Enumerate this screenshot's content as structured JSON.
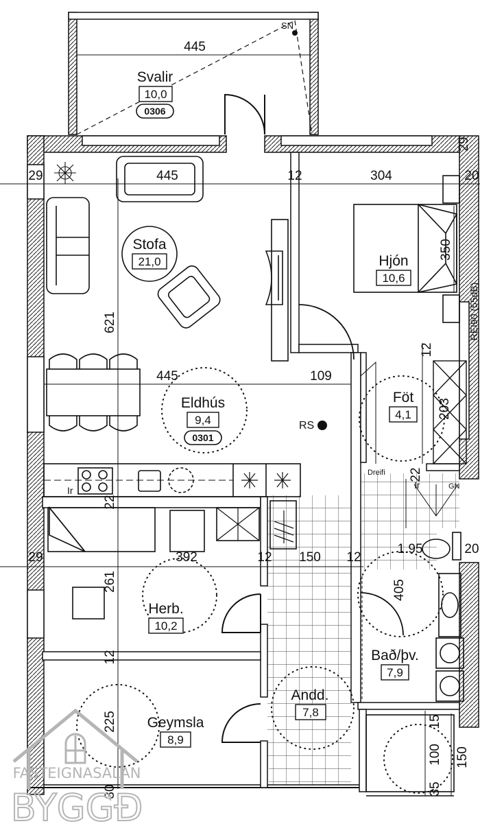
{
  "rooms": {
    "svalir": {
      "name": "Svalir",
      "area": "10,0",
      "code": "0306"
    },
    "stofa": {
      "name": "Stofa",
      "area": "21,0"
    },
    "hjon": {
      "name": "Hjón",
      "area": "10,6"
    },
    "eldhus": {
      "name": "Eldhús",
      "area": "9,4",
      "code": "0301"
    },
    "fot": {
      "name": "Föt",
      "area": "4,1"
    },
    "herb": {
      "name": "Herb.",
      "area": "10,2"
    },
    "bad": {
      "name": "Bað/þv.",
      "area": "7,9"
    },
    "andd": {
      "name": "Andd.",
      "area": "7,8"
    },
    "geymsla": {
      "name": "Geymsla",
      "area": "8,9"
    }
  },
  "dimensions": {
    "svalir_width": "445",
    "stofa_width": "445",
    "wall_left": "29",
    "wall_mid": "12",
    "hjon_width": "304",
    "wall_right": "20",
    "wall_top_right": "29",
    "hjon_depth": "350",
    "stofa_depth": "621",
    "eldhus_width": "445",
    "eldhus_nook": "109",
    "fot_wall": "12",
    "fot_depth": "203",
    "bath_wall": "22",
    "bath_width": "1.95",
    "bath_right": "20",
    "kitchen_wall": "22",
    "herb_wall_left": "29",
    "herb_depth": "261",
    "herb_width": "392",
    "andd_wall_left": "12",
    "andd_width": "150",
    "andd_wall_right": "12",
    "bath_depth": "405",
    "herb_wall_bottom": "12",
    "geymsla_depth": "225",
    "closet_top": "15",
    "closet_depth": "100",
    "closet_width": "150",
    "closet_bottom": "35",
    "geymsla_bottom": "30"
  },
  "labels": {
    "rs": "RS",
    "sn": "SN",
    "ir_kitchen": "Ir",
    "ir_bath": "Ir",
    "gn": "GN",
    "dreifi": "Dreifi",
    "fire_rating": "REI90 (55dB)"
  },
  "watermark": {
    "line1": "FASTEIGNASALAN",
    "line2": "BYGGÐ"
  }
}
